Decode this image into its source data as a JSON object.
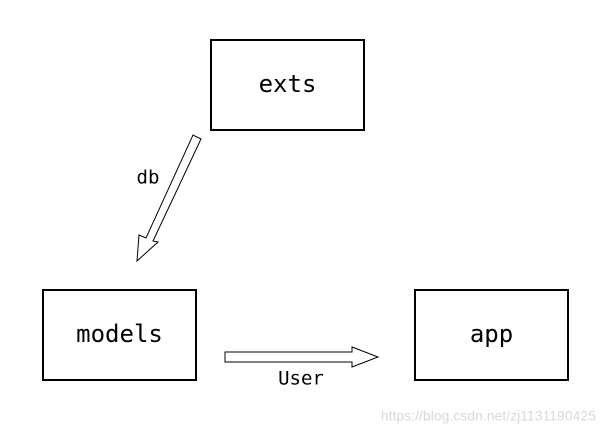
{
  "diagram": {
    "nodes": {
      "exts": {
        "label": "exts"
      },
      "models": {
        "label": "models"
      },
      "app": {
        "label": "app"
      }
    },
    "edges": {
      "exts_to_models": {
        "from": "exts",
        "to": "models",
        "label": "db"
      },
      "models_to_app": {
        "from": "models",
        "to": "app",
        "label": "User"
      }
    }
  },
  "watermark": {
    "text": "https://blog.csdn.net/zj1131190425"
  },
  "colors": {
    "stroke": "#000000",
    "fill": "#ffffff",
    "watermark": "#d8d8d8"
  }
}
